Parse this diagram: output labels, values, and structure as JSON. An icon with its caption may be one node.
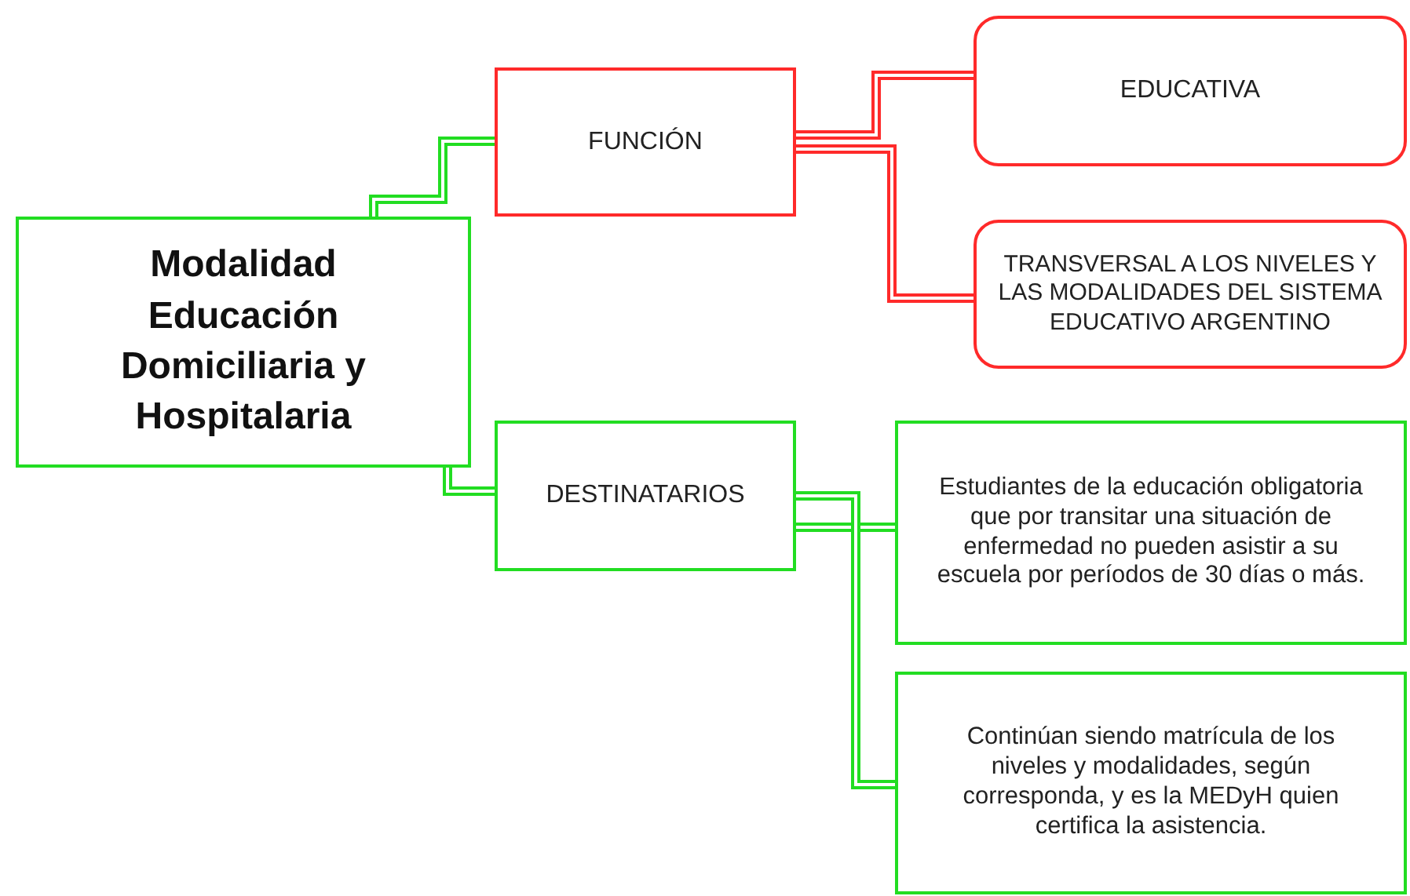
{
  "diagram": {
    "nodes": [
      {
        "text": [
          "Modalidad Educación Domiciliaria y Hospitalaria"
        ]
      },
      {
        "text": [
          "FUNCIÓN"
        ]
      },
      {
        "text": [
          "EDUCATIVA"
        ]
      },
      {
        "text": [
          "TRANSVERSAL A LOS NIVELES Y LAS MODALIDADES DEL SISTEMA EDUCATIVO ARGENTINO"
        ]
      },
      {
        "text": [
          "DESTINATARIOS"
        ]
      },
      {
        "text": [
          "Estudiantes de la educación obligatoria que por transitar una situación de enfermedad no pueden asistir a su escuela por períodos de 30 días o más."
        ]
      },
      {
        "text": [
          "Continúan siendo matrícula de los niveles y modalidades, según corresponda, y es la MEDyH quien certifica la asistencia."
        ]
      }
    ],
    "edges": [
      {
        "from": 0,
        "to": 1,
        "arrow": "none"
      },
      {
        "from": 0,
        "to": 4,
        "arrow": "none"
      },
      {
        "from": 1,
        "to": 2,
        "arrow": "none",
        "color": "#ff2a2a"
      },
      {
        "from": 1,
        "to": 3,
        "arrow": "none",
        "color": "#ff2a2a"
      },
      {
        "from": 4,
        "to": 5,
        "arrow": "none"
      },
      {
        "from": 4,
        "to": 6,
        "arrow": "none"
      }
    ]
  }
}
